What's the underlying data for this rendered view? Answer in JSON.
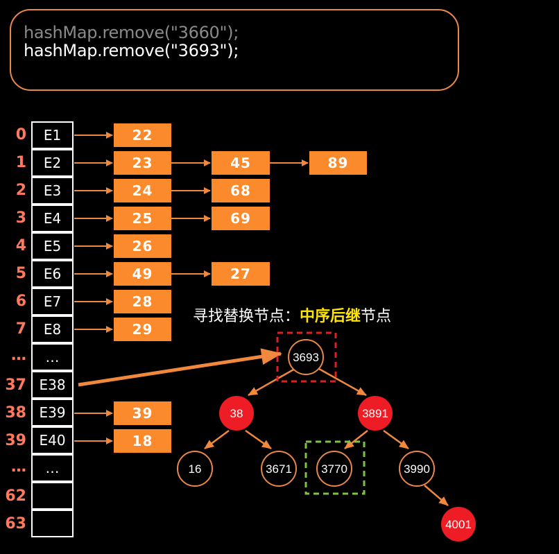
{
  "code": {
    "line1": "hashMap.remove(\"3660\");",
    "line2": "hashMap.remove(\"3693\");"
  },
  "table": {
    "rows": [
      {
        "index": "0",
        "entry": "E1"
      },
      {
        "index": "1",
        "entry": "E2"
      },
      {
        "index": "2",
        "entry": "E3"
      },
      {
        "index": "3",
        "entry": "E4"
      },
      {
        "index": "4",
        "entry": "E5"
      },
      {
        "index": "5",
        "entry": "E6"
      },
      {
        "index": "6",
        "entry": "E7"
      },
      {
        "index": "7",
        "entry": "E8"
      },
      {
        "index": "…",
        "entry": "…"
      },
      {
        "index": "37",
        "entry": "E38"
      },
      {
        "index": "38",
        "entry": "E39"
      },
      {
        "index": "39",
        "entry": "E40"
      },
      {
        "index": "…",
        "entry": "…"
      },
      {
        "index": "62",
        "entry": ""
      },
      {
        "index": "63",
        "entry": ""
      }
    ]
  },
  "chains": {
    "row0": [
      "22"
    ],
    "row1": [
      "23",
      "45",
      "89"
    ],
    "row2": [
      "24",
      "68"
    ],
    "row3": [
      "25",
      "69"
    ],
    "row4": [
      "26"
    ],
    "row5": [
      "49",
      "27"
    ],
    "row6": [
      "28"
    ],
    "row7": [
      "29"
    ],
    "row38": [
      "39"
    ],
    "row39": [
      "18"
    ]
  },
  "tree": {
    "title_prefix": "寻找替换节点：",
    "title_highlight": "中序后继",
    "title_suffix": "节点",
    "nodes": {
      "root": "3693",
      "left": "38",
      "right": "3891",
      "ll": "16",
      "lr": "3671",
      "rl": "3770",
      "rr": "3990",
      "rrr": "4001"
    },
    "colors": {
      "red_node": "#ee1c24",
      "black_node_border": "#e8884a",
      "edge": "#f0883e",
      "root_highlight": "#e02020",
      "successor_highlight": "#7cc348"
    }
  },
  "colors": {
    "background": "#000000",
    "chain_node": "#fb8a2c",
    "index_text": "#ff7a5c",
    "code_border": "#e8884a"
  }
}
